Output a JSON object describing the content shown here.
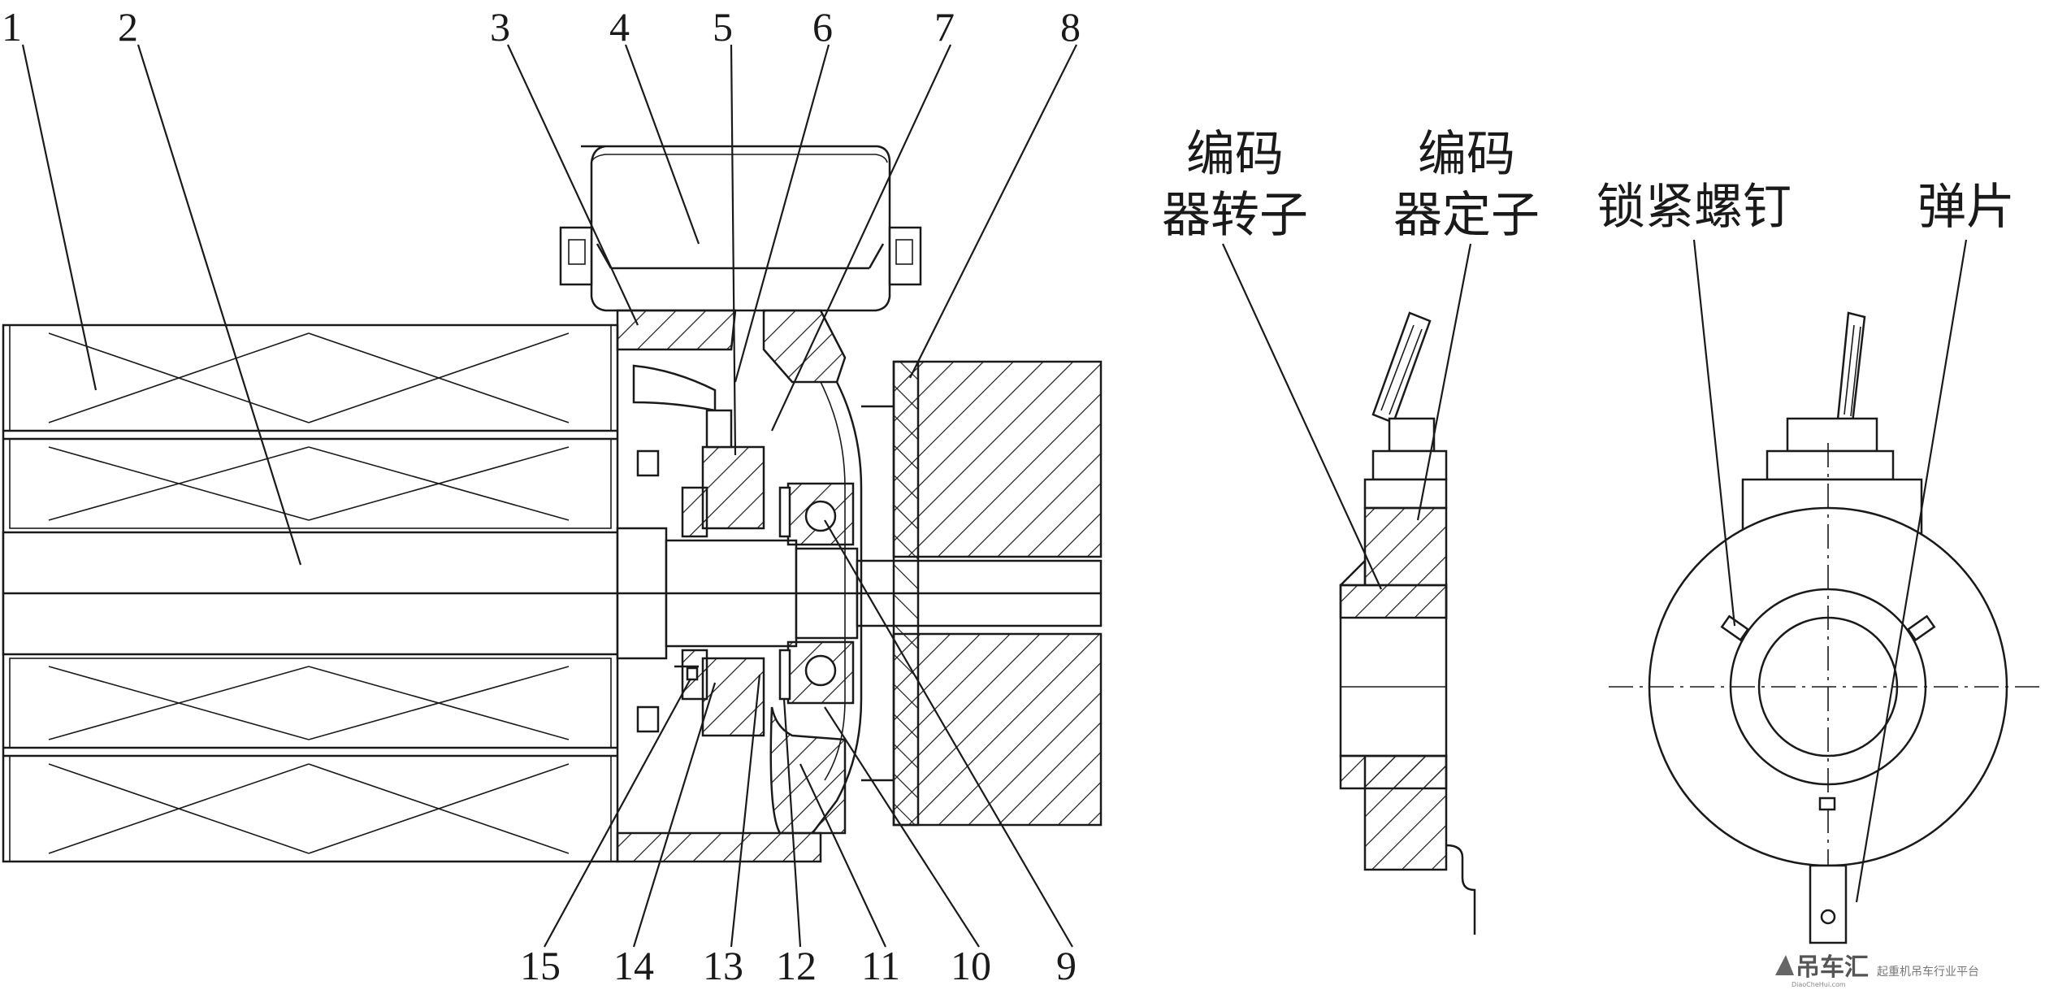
{
  "callouts": [
    "1",
    "2",
    "3",
    "4",
    "5",
    "6",
    "7",
    "8",
    "9",
    "10",
    "11",
    "12",
    "13",
    "14",
    "15"
  ],
  "labels": {
    "encoder_rotor_l1": "编码",
    "encoder_rotor_l2": "器转子",
    "encoder_stator_l1": "编码",
    "encoder_stator_l2": "器定子",
    "lock_screw": "锁紧螺钉",
    "spring_plate": "弹片"
  },
  "watermark": {
    "brand": "吊车汇",
    "tagline": "起重机吊车行业平台",
    "url": "DiaoCheHui.com"
  }
}
